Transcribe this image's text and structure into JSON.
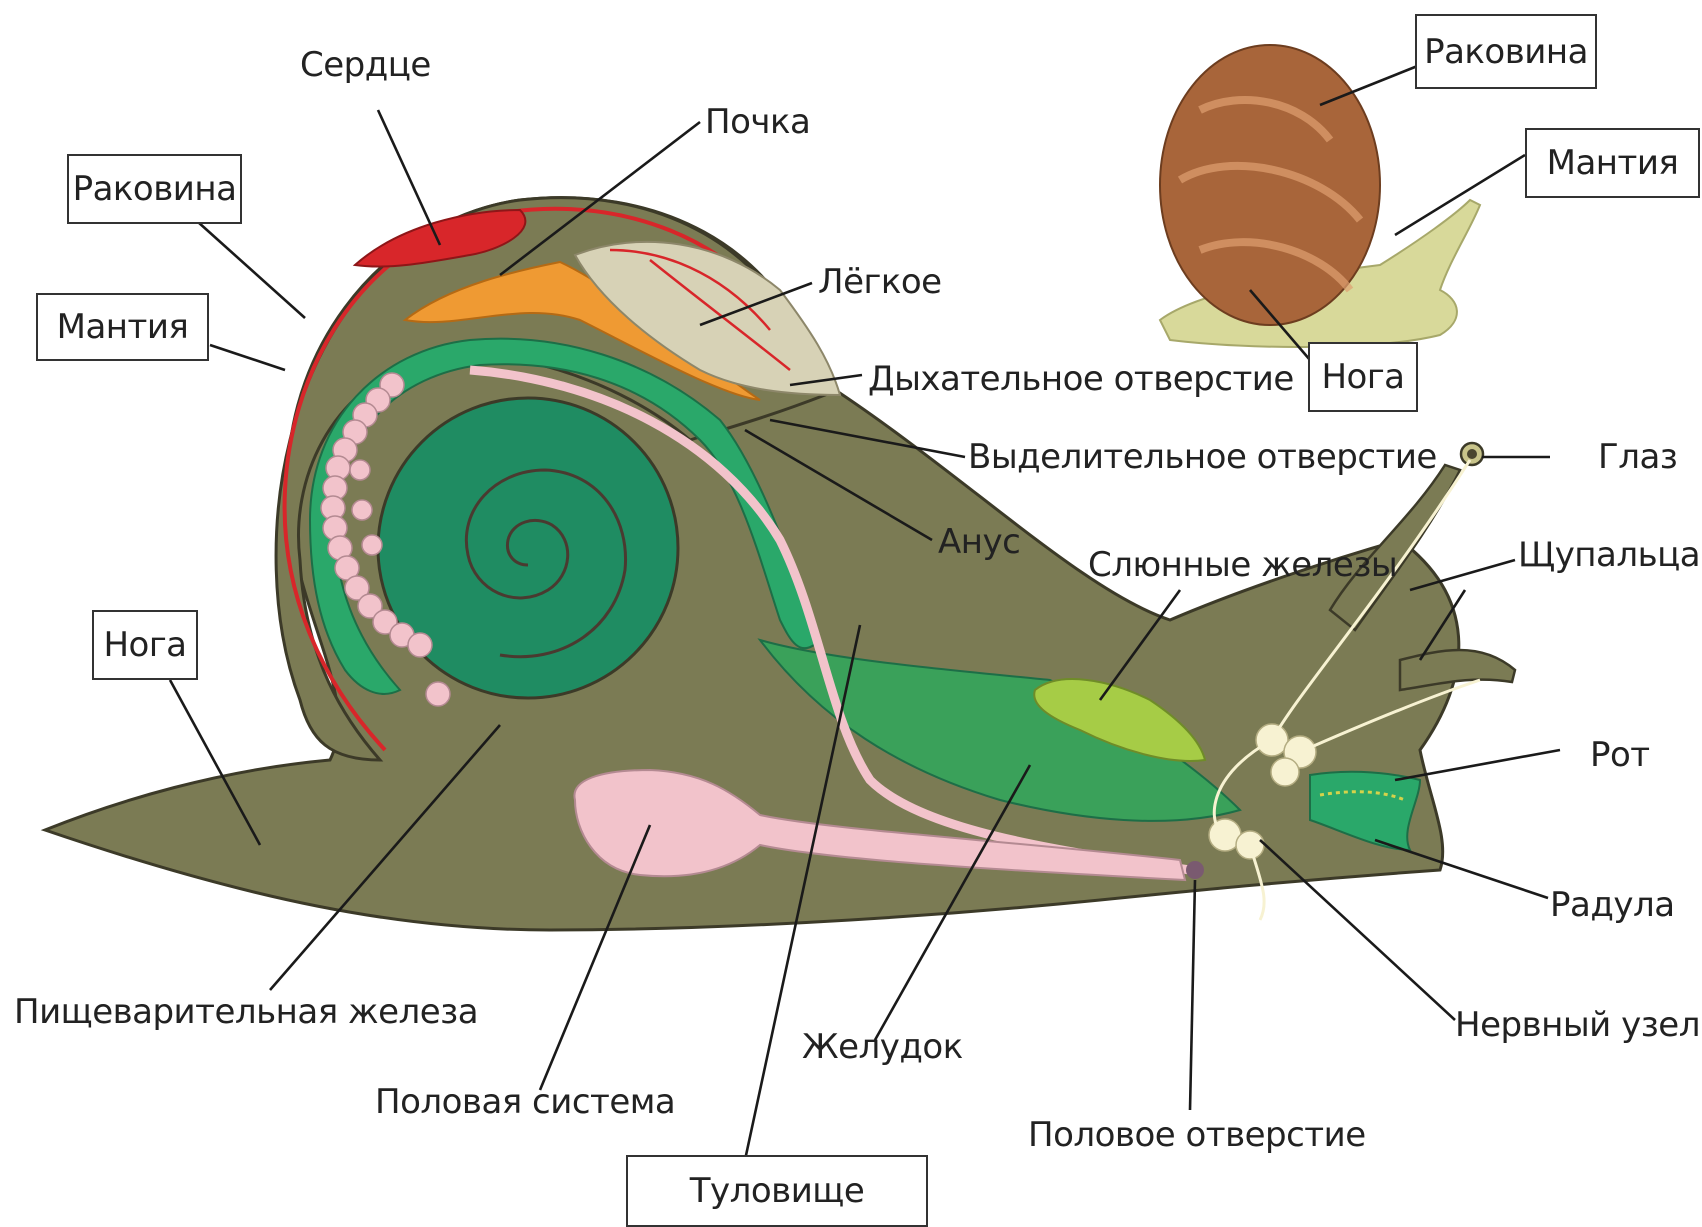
{
  "colors": {
    "body": "#7b7b54",
    "body_outline": "#3c3a28",
    "digestive_gland": "#1f8c62",
    "heart": "#d8262a",
    "kidney": "#ef9a33",
    "lung": "#d7d2b6",
    "intestine": "#2aa86a",
    "genital": "#f2c3cb",
    "stomach": "#3aa15a",
    "salivary": "#a6cc46",
    "nerve": "#f7f2d2",
    "shell_small": "#a8653a",
    "foot_small": "#d8d99a"
  },
  "labels": {
    "heart": "Сердце",
    "kidney": "Почка",
    "shell": "Раковина",
    "mantle": "Мантия",
    "lung": "Лёгкое",
    "breathing_hole": "Дыхательное отверстие",
    "excretory_hole": "Выделительное отверстие",
    "anus": "Анус",
    "salivary_glands": "Слюнные железы",
    "tentacles": "Щупальца",
    "eye": "Глаз",
    "mouth": "Рот",
    "radula": "Радула",
    "nerve_ganglion": "Нервный узел",
    "foot": "Нога",
    "digestive_gland": "Пищеварительная железа",
    "genital_system": "Половая система",
    "stomach": "Желудок",
    "genital_opening": "Половое отверстие",
    "torso": "Туловище",
    "small_shell": "Раковина",
    "small_mantle": "Мантия",
    "small_foot": "Нога"
  }
}
